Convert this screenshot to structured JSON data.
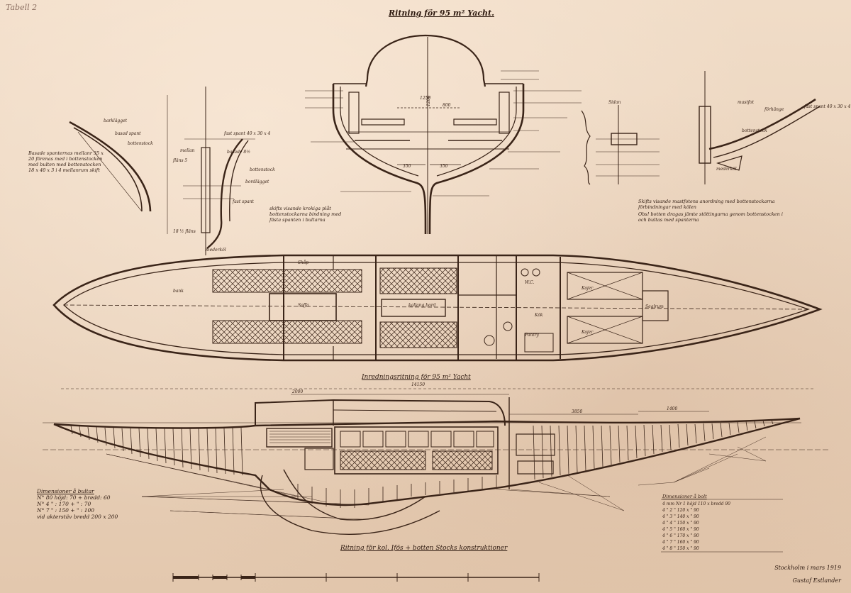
{
  "sheet": {
    "corner_mark": "Tabell 2",
    "title": "Ritning för 95 m² Yacht.",
    "construction_title": "Inredningsritning för 95 m² Yacht",
    "keel_title": "Ritning för kol. Ifös + botten Stocks konstruktioner",
    "place_date": "Stockholm i mars 1919",
    "signature": "Gustaf Estlander"
  },
  "section_labels": {
    "midship_height": "1200",
    "midship_beam": "1250",
    "midship_half_1": "350",
    "midship_half_2": "350",
    "midship_upper": "800",
    "plan_salon_table": "kallang bord",
    "plan_bench": "bank",
    "plan_sofa": "Soffa",
    "plan_wc": "W.C.",
    "plan_pantry": "Pantry",
    "plan_sailroom": "Seglrum",
    "plan_forecastle_1": "Kojer",
    "plan_forecastle_2": "Kojer",
    "plan_galley": "Kök",
    "plan_cabinet": "Skåp",
    "long_length": "14150",
    "long_dim1": "2000",
    "long_dim2": "3850",
    "long_dim3": "1400"
  },
  "dimension_table": {
    "title": "Dimensioner å bultar",
    "rows": [
      "N° 80 höjd: 70 + bredd: 60",
      "N° 4    \"   : 170 +   \"   : 70",
      "N° 7    \"   : 150 +   \"   : 100",
      "vid akterstäv bredd 200 x 200"
    ]
  },
  "right_table": {
    "title": "Dimensioner å bolt",
    "rows": [
      "4 mm Nr 1  höjd 110 x bredd 90",
      "4   \"  2     \"   120 x   \"   90",
      "4   \"  3     \"   140 x   \"   90",
      "4   \"  4     \"   150 x   \"   90",
      "4   \"  5     \"   160 x   \"   90",
      "4   \"  6     \"   170 x   \"   90",
      "4   \"  7     \"   160 x   \"   90",
      "4   \"  8     \"   150 x   \"   90"
    ]
  },
  "notes": {
    "left_frame": "Basade spanternas mellanr 35 x 20 förenas med i bottenstocken med bulten med bottenstocken 18 x 40 x 3 i 4 mellanrum skift",
    "right_frame": "Skifts visande mastfotens anordning med bottenstockarna förbindningar med kölen",
    "right_frame_2": "Obs! botten dragas jämte stöttingarna genom bottenstocken i och bultas med spanterna",
    "frame_bolts": "skifts visande krokiga plåt bottenstockarna bindning med fästa spanten i bultarna"
  }
}
